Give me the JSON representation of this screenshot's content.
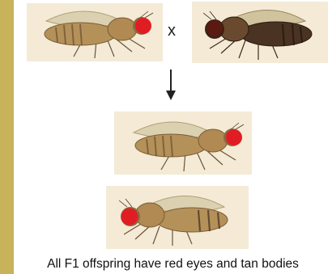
{
  "cross_symbol": "x",
  "caption": "All F1 offspring have red eyes and tan bodies",
  "colors": {
    "accent_bar": "#c8b25a",
    "card_bg": "#f4ead6",
    "red_eye": "#e11d24",
    "dark_eye": "#5a1a12",
    "tan_body": "#b5915a",
    "ebony_body": "#4a3322"
  },
  "flies": [
    {
      "role": "parent-red-eyed-tan-body",
      "eye_color": "red",
      "body_color": "tan"
    },
    {
      "role": "parent-dark-eyed-ebony-body",
      "eye_color": "dark",
      "body_color": "ebony"
    },
    {
      "role": "f1-offspring-1",
      "eye_color": "red",
      "body_color": "tan"
    },
    {
      "role": "f1-offspring-2",
      "eye_color": "red",
      "body_color": "tan"
    }
  ]
}
